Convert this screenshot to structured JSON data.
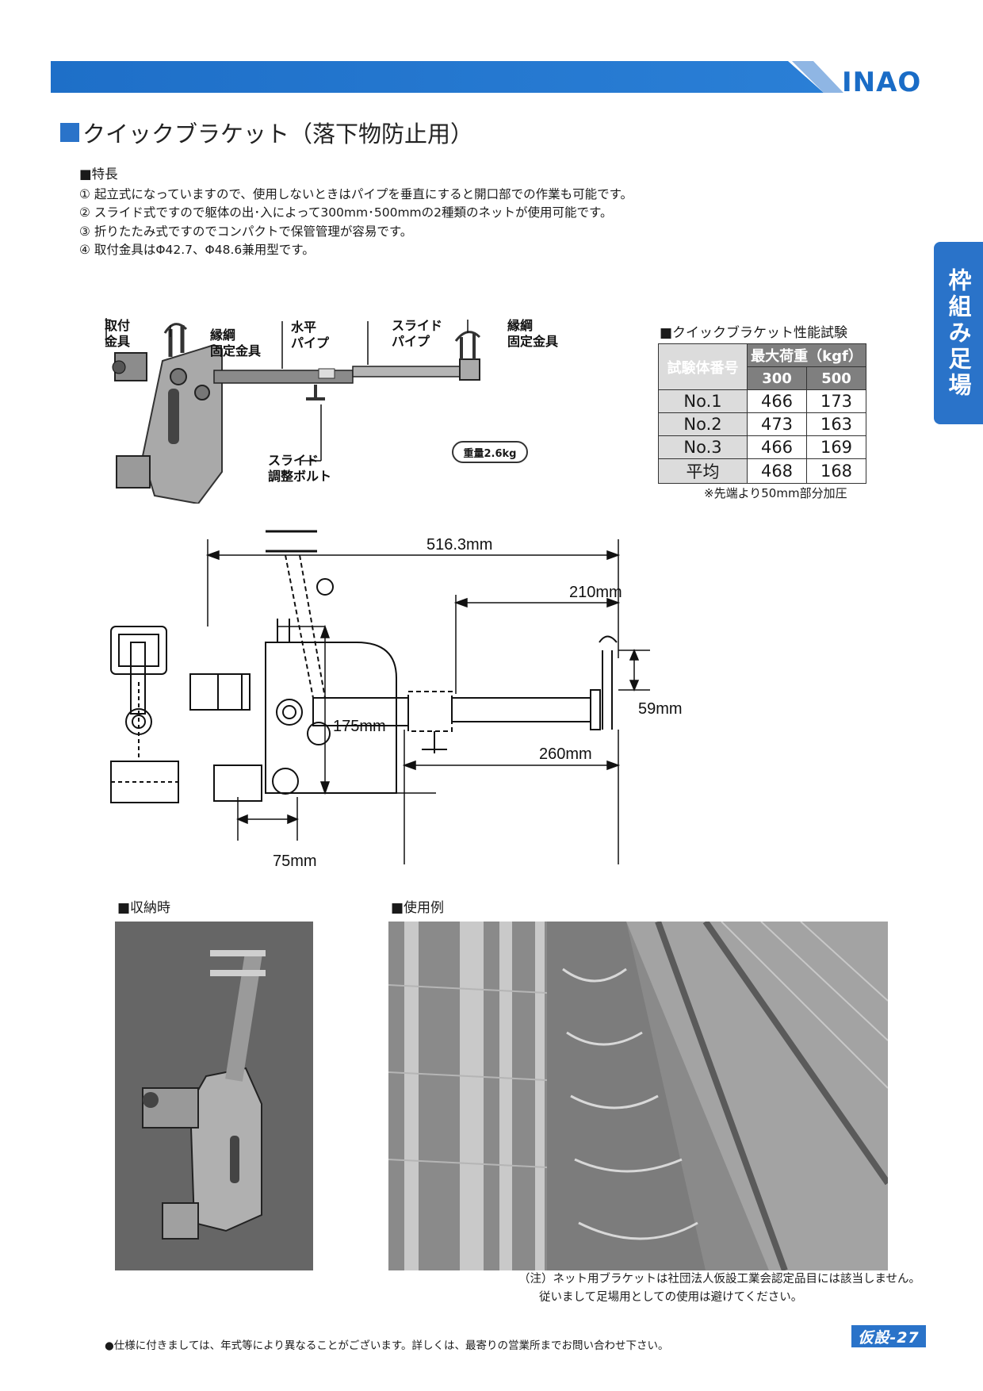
{
  "header": {
    "brand": "INAO",
    "colors": {
      "accent": "#2a73c9",
      "bar": "#1e6fc8"
    }
  },
  "side_tab": {
    "label": "枠組み足場"
  },
  "title": "クイックブラケット（落下物防止用）",
  "features": {
    "heading": "■特長",
    "items": [
      "① 起立式になっていますので、使用しないときはパイプを垂直にすると開口部での作業も可能です。",
      "② スライド式ですので躯体の出･入によって300mm･500mmの2種類のネットが使用可能です。",
      "③ 折りたたみ式ですのでコンパクトで保管管理が容易です。",
      "④ 取付金具はΦ42.7、Φ48.6兼用型です。"
    ]
  },
  "photo_labels": {
    "mount": "取付\n金具",
    "edge_net_left": "縁綱\n固定金具",
    "horizontal_pipe": "水平\nパイプ",
    "slide_pipe": "スライド\nパイプ",
    "edge_net_right": "縁綱\n固定金具",
    "slide_bolt": "スライド\n調整ボルト",
    "weight": "重量2.6kg"
  },
  "performance_test": {
    "caption": "■クイックブラケット性能試験",
    "header_specimen": "試験体番号",
    "header_load": "最大荷重（kgf）",
    "col_300": "300",
    "col_500": "500",
    "rows": [
      {
        "label": "No.1",
        "v300": "466",
        "v500": "173"
      },
      {
        "label": "No.2",
        "v300": "473",
        "v500": "163"
      },
      {
        "label": "No.3",
        "v300": "466",
        "v500": "169"
      },
      {
        "label": "平均",
        "v300": "468",
        "v500": "168"
      }
    ],
    "note": "※先端より50mm部分加圧"
  },
  "dimensions": {
    "overall": "516.3mm",
    "slide": "210mm",
    "height": "175mm",
    "pipe": "260mm",
    "end": "59mm",
    "base": "75mm"
  },
  "sections": {
    "stored": "■収納時",
    "usage": "■使用例"
  },
  "usage_note": {
    "line1": "（注）ネット用ブラケットは社団法人仮設工業会認定品目には該当しません。",
    "line2": "従いまして足場用としての使用は避けてください。"
  },
  "footer": {
    "note": "●仕様に付きましては、年式等により異なることがございます。詳しくは、最寄りの営業所までお問い合わせ下さい。",
    "page": "仮設-27"
  }
}
